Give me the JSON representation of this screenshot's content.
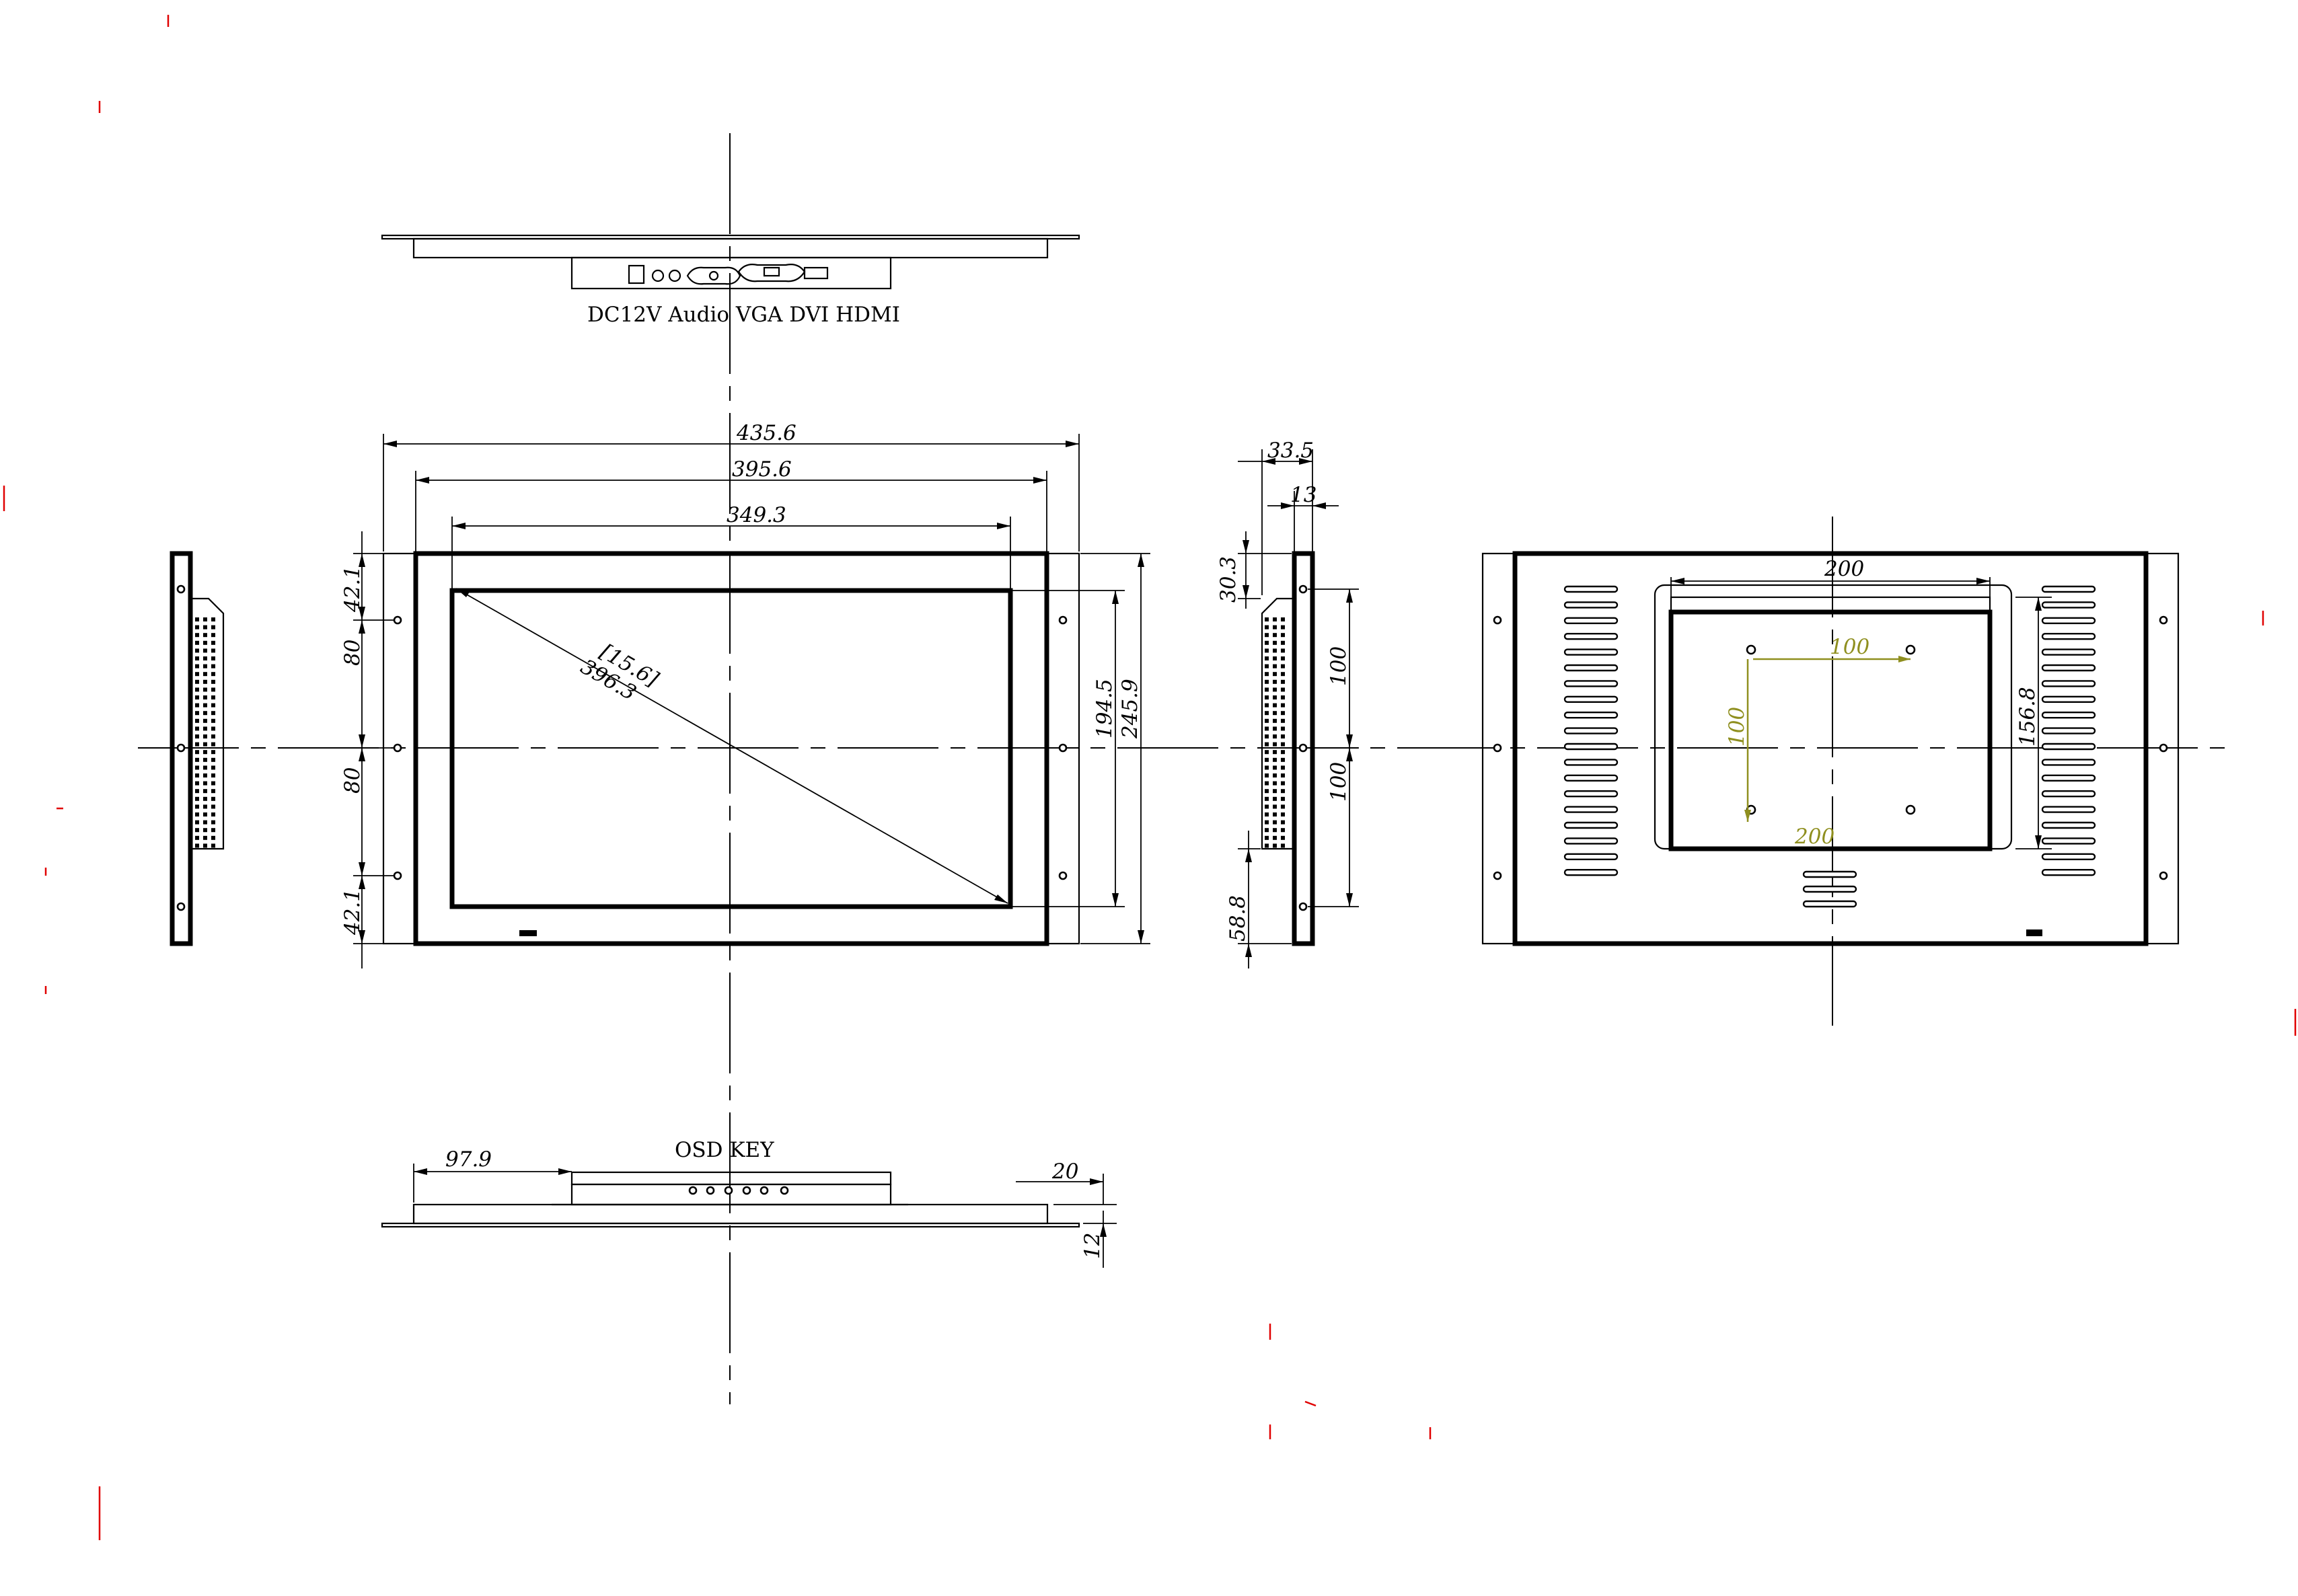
{
  "top_view": {
    "connector_labels": "DC12V Audio VGA DVI HDMI"
  },
  "front_view": {
    "overall_width": "435.6",
    "frame_width": "395.6",
    "active_width": "349.3",
    "diagonal_inch": "[15.6]",
    "diagonal_mm": "396.3",
    "active_height": "194.5",
    "overall_height": "245.9",
    "hole_offset_top": "42.1",
    "hole_spacing_upper": "80",
    "hole_spacing_lower": "80",
    "hole_offset_bottom": "42.1"
  },
  "side_view": {
    "total_depth": "33.5",
    "frame_depth": "13",
    "top_offset": "30.3",
    "hole_spacing_upper": "100",
    "hole_spacing_lower": "100",
    "bottom_offset": "58.8"
  },
  "rear_view": {
    "bracket_width": "200",
    "bracket_height": "156.8",
    "vesa_horizontal": "100",
    "vesa_vertical": "100",
    "vesa_bottom": "200"
  },
  "bottom_view": {
    "osd_label": "OSD KEY",
    "key_offset": "97.9",
    "bezel_depth": "20",
    "flange_depth": "12"
  },
  "colors": {
    "line": "#000000",
    "vesa_annotation": "#8f8f1f",
    "stray_marks": "#e00000"
  }
}
